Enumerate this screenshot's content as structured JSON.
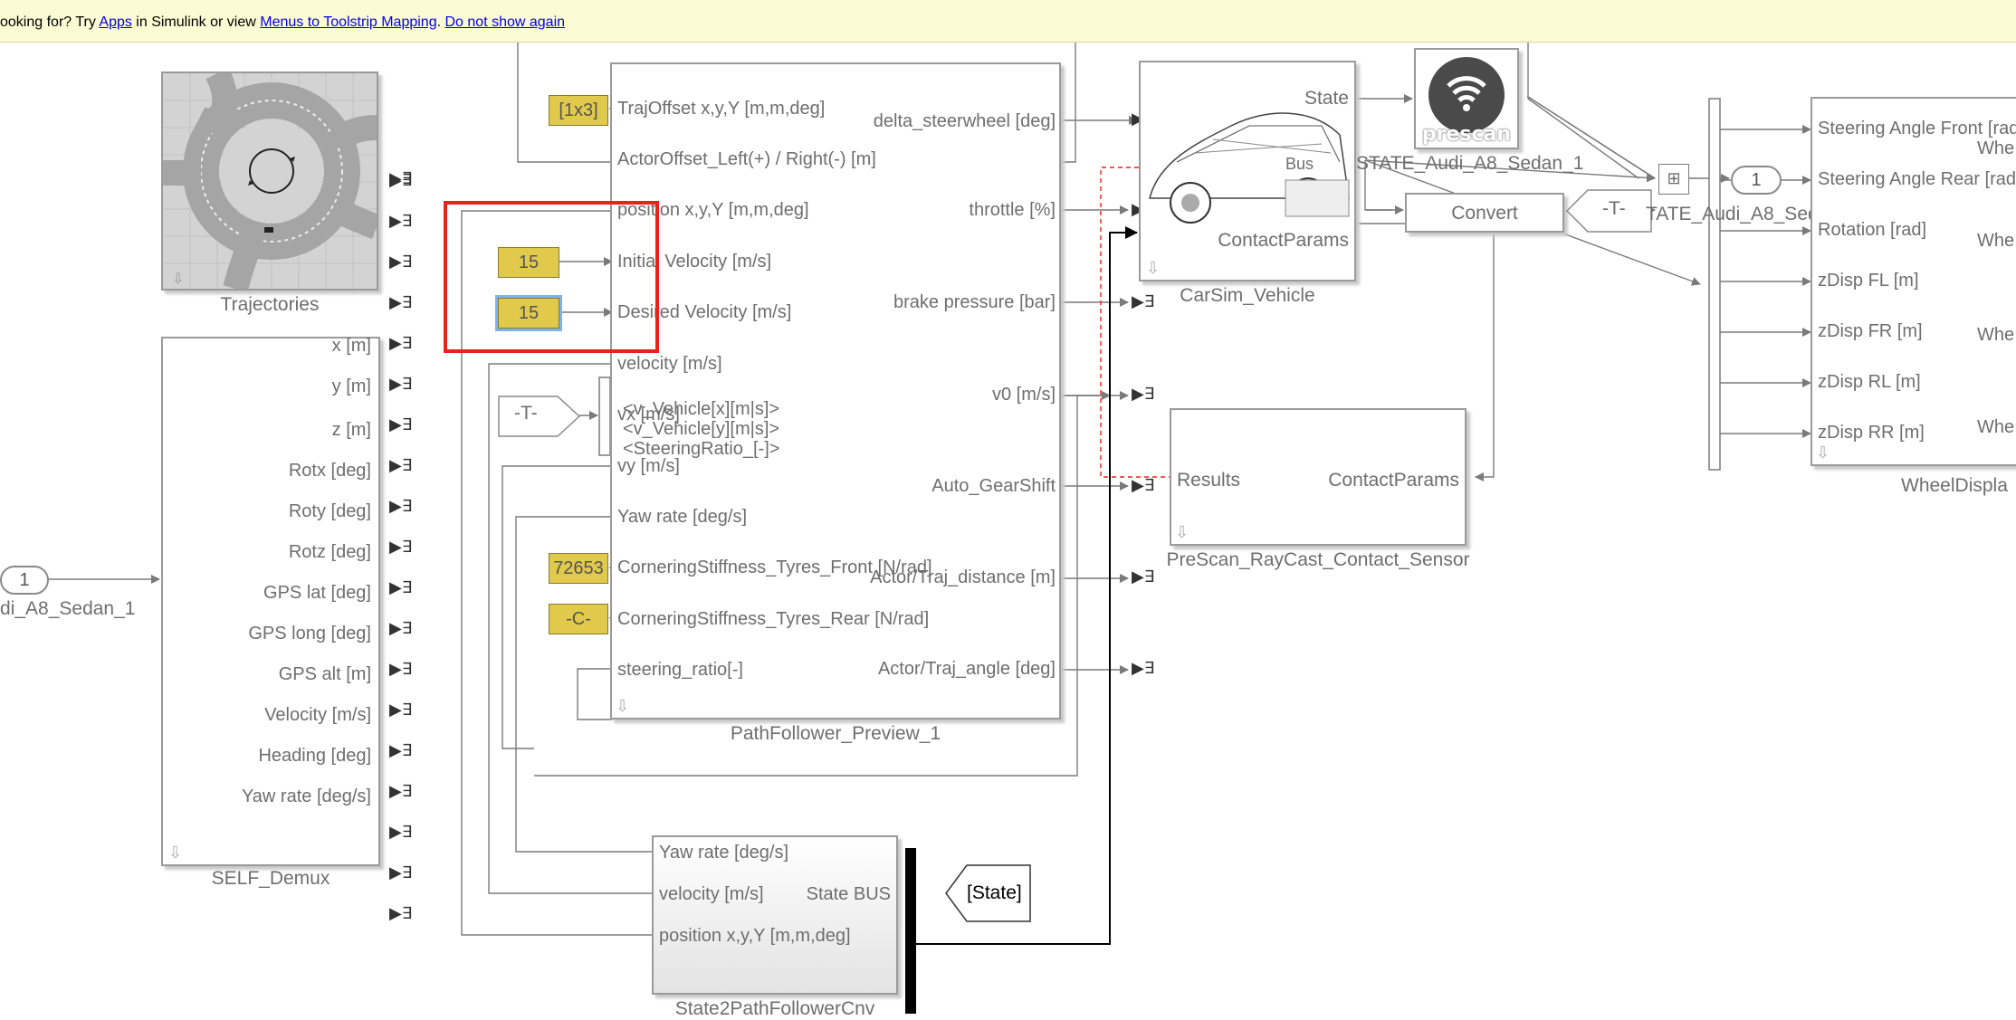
{
  "banner": {
    "prefix": "ooking for? Try ",
    "apps_link": "Apps",
    "middle": " in Simulink or view ",
    "mapping_link": "Menus to Toolstrip Mapping",
    "sep": ". ",
    "dismiss_link": "Do not show again"
  },
  "blocks": {
    "trajectories": {
      "name": "Trajectories"
    },
    "self_demux": {
      "name": "SELF_Demux",
      "ports": [
        "x [m]",
        "y [m]",
        "z [m]",
        "Rotx [deg]",
        "Roty [deg]",
        "Rotz [deg]",
        "GPS lat [deg]",
        "GPS long [deg]",
        "GPS alt [m]",
        "Velocity [m/s]",
        "Heading [deg]",
        "Yaw rate [deg/s]"
      ]
    },
    "inport_left": {
      "number": "1",
      "name": "di_A8_Sedan_1"
    },
    "pathfollower": {
      "name": "PathFollower_Preview_1",
      "inputs": [
        "TrajOffset x,y,Y [m,m,deg]",
        "ActorOffset_Left(+) / Right(-) [m]",
        "position x,y,Y [m,m,deg]",
        "Initial Velocity [m/s]",
        "Desired Velocity [m/s]",
        "velocity [m/s]",
        "vx [m/s]",
        "vy [m/s]",
        "Yaw rate [deg/s]",
        "CorneringStiffness_Tyres_Front [N/rad]",
        "CorneringStiffness_Tyres_Rear [N/rad]",
        "steering_ratio[-]"
      ],
      "outputs": [
        "delta_steerwheel [deg]",
        "throttle [%]",
        "brake pressure [bar]",
        "v0 [m/s]",
        "Auto_GearShift",
        "Actor/Traj_distance [m]",
        "Actor/Traj_angle [deg]"
      ]
    },
    "constants": {
      "traj_offset": "[1x3]",
      "initial_velocity": "15",
      "desired_velocity": "15",
      "front_stiffness": "72653",
      "rear_stiffness": "-C-"
    },
    "from_tag": "-T-",
    "bus_selector_labels": [
      "<v_Vehicle[x][m|s]>",
      "<v_Vehicle[y][m|s]>",
      "<SteeringRatio_[-]>"
    ],
    "carsim": {
      "name": "CarSim_Vehicle",
      "out_state": "State",
      "out_contact": "ContactParams",
      "in_bus": "Bus"
    },
    "prescan_logo": {
      "text": "prescan"
    },
    "state_label": "STATE_Audi_A8_Sedan_1",
    "convert": "Convert",
    "from_tag2": "-T-",
    "state_label2": "TATE_Audi_A8_Sed",
    "outport_right": {
      "number": "1"
    },
    "raycast": {
      "name": "PreScan_RayCast_Contact_Sensor",
      "in": "Results",
      "out": "ContactParams"
    },
    "wheel": {
      "name": "WheelDispla",
      "ports": [
        "Steering Angle Front [rad",
        "Steering Angle Rear [rad",
        "Rotation [rad]",
        "zDisp FL [m]",
        "zDisp FR [m]",
        "zDisp RL [m]",
        "zDisp RR [m]"
      ],
      "right_labels": [
        "Whe",
        "Whe",
        "Whe",
        "Whe"
      ]
    },
    "state2pf": {
      "name": "State2PathFollowerCnv",
      "inputs": [
        "Yaw rate [deg/s]",
        "velocity [m/s]",
        "position x,y,Y [m,m,deg]"
      ],
      "output": "State BUS"
    },
    "goto_state": "[State]"
  },
  "colors": {
    "highlight": "#e8231a",
    "constant": "#e1c94c",
    "wire": "#7a7a7a",
    "banner": "#fdfbd3"
  }
}
